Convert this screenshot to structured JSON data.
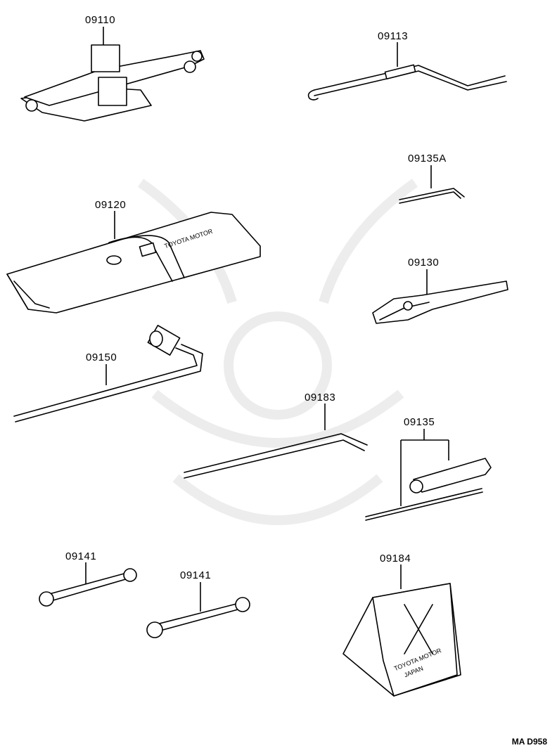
{
  "parts": {
    "jack": "09110",
    "jack_handle": "09113",
    "tool_bag": "09120",
    "wrench_bar": "09135A",
    "pliers": "09130",
    "lug_wrench": "09150",
    "handle_bar": "09183",
    "screwdriver": "09135",
    "wrench_left": "09141",
    "wrench_right": "09141",
    "wheel_chock": "09184"
  },
  "stamps": {
    "bag_text": "TOYOTA MOTOR",
    "chock_text_1": "TOYOTA MOTOR",
    "chock_text_2": "JAPAN"
  },
  "footer": {
    "code": "MA D958"
  }
}
